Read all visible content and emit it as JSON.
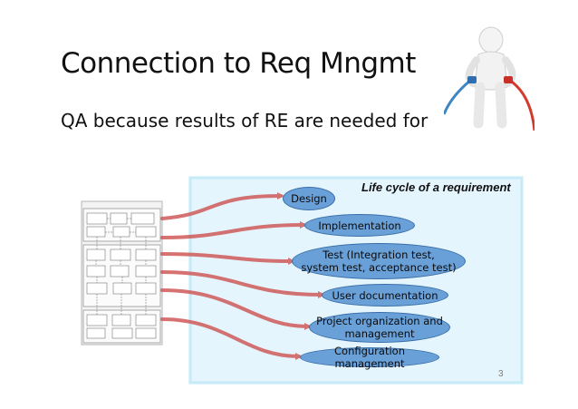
{
  "slide": {
    "title": "Connection to Req Mngmt",
    "body": "QA because results of RE are needed for",
    "page_number": "3"
  },
  "panel": {
    "title": "Life cycle of a requirement"
  },
  "ovals": [
    {
      "label": "Design"
    },
    {
      "label": "Implementation"
    },
    {
      "label": "Test (Integration test,\nsystem test, acceptance test)"
    },
    {
      "label": "User documentation"
    },
    {
      "label": "Project organization and\nmanagement"
    },
    {
      "label": "Configuration management"
    }
  ],
  "colors": {
    "panel_fill": "#e4f5fd",
    "panel_border": "#9fd6ee",
    "oval_fill": "#6aa0d8",
    "arrow": "#d05a5a"
  },
  "icons": [
    "process-diagram-thumbnail",
    "person-holding-cables-figure"
  ]
}
